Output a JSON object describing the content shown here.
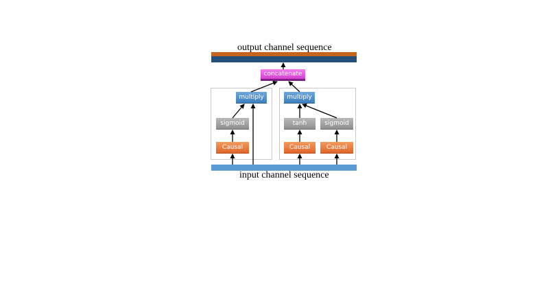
{
  "diagram": {
    "output_label": "output channel sequence",
    "input_label": "input channel sequence",
    "concat_label": "concatenate",
    "left": {
      "multiply_label": "multiply",
      "sigmoid_label": "sigmoid",
      "causal_label": "Causal"
    },
    "right": {
      "multiply_label": "multiply",
      "tanh_label": "tanh",
      "sigmoid_label": "sigmoid",
      "causal1_label": "Causal",
      "causal2_label": "Causal"
    }
  },
  "colors": {
    "output_bar_top": "#c5631f",
    "output_bar_bottom": "#24507a",
    "input_bar": "#5b9bd5",
    "causal": "#e8743b",
    "activation": "#a0a0a0",
    "multiply": "#4f8fcf",
    "concatenate": "#e35be0"
  }
}
